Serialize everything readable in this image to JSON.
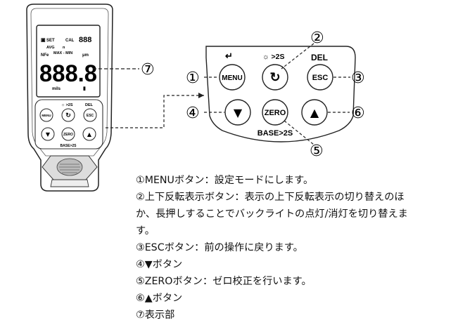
{
  "device": {
    "lcd_icons": {
      "set": "SET",
      "cal": "CAL",
      "avg": "AVG",
      "n": "n",
      "max_min": "MAX - MIN",
      "nfe": "NFe",
      "mils": "mils",
      "um": "μm",
      "digits": "888.8",
      "mini_digits": "888"
    },
    "keypad": {
      "menu": "MENU",
      "esc": "ESC",
      "zero": "ZERO",
      "above_rotate": "☼ >2S",
      "above_esc": "DEL",
      "below_zero": "BASE>2S",
      "down_arrow": "▼",
      "up_arrow": "▲"
    }
  },
  "panel": {
    "menu_label": "MENU",
    "esc_label": "ESC",
    "zero_label": "ZERO",
    "above_menu": "↵",
    "above_rotate": "☼ >2S",
    "above_esc": "DEL",
    "below_zero": "BASE>2S",
    "down_arrow": "▼",
    "up_arrow": "▲"
  },
  "callouts": [
    "①",
    "②",
    "③",
    "④",
    "⑤",
    "⑥",
    "⑦"
  ],
  "descriptions": [
    "①MENUボタン：設定モードにします。",
    "②上下反転表示ボタン：表示の上下反転表示の切り替えのほ",
    "か、長押しすることでバックライトの点灯/消灯を切り替えま",
    "す。",
    "③ESCボタン：前の操作に戻ります。",
    "④▼ボタン",
    "⑤ZEROボタン：ゼロ校正を行います。",
    "⑥▲ボタン",
    "⑦表示部"
  ]
}
